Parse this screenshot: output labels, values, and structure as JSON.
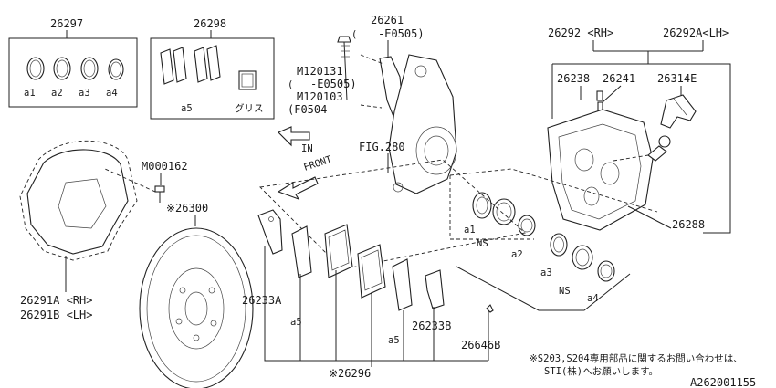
{
  "callouts": {
    "seal_kit": "26297",
    "seal_items": [
      "a1",
      "a2",
      "a3",
      "a4"
    ],
    "pad_kit": "26298",
    "pad_kit_item": "a5",
    "grease": "グリス",
    "knuckle_bracket": "26261",
    "knuckle_bracket_range": "-E0505)",
    "knuckle_bracket_paren": "(",
    "bolt_a": "M120131",
    "bolt_a_range": "-E0505)",
    "bolt_a_paren": "(",
    "bolt_b": "M120103",
    "bolt_b_range": "(F0504-",
    "bolt_b_paren": "(",
    "in_marker": "IN",
    "front_marker": "FRONT",
    "fig_ref": "FIG.280",
    "caliper_rh": "26292 <RH>",
    "caliper_lh": "26292A<LH>",
    "bleeder": "26238",
    "bleeder_cap": "26241",
    "pad_clip": "26314E",
    "caliper_pin": "26288",
    "screw": "M000162",
    "rotor": "※26300",
    "cover_rh": "26291A <RH>",
    "cover_lh": "26291B <LH>",
    "pad_set_left": "26233A",
    "pad_set_right": "26233B",
    "pad_item_a": "a5",
    "pad_item_b": "a5",
    "pad_kit_bottom": "※26296",
    "pin_spring": "26646B",
    "ns_a": "NS",
    "ns_b": "NS",
    "piston_items": [
      "a1",
      "a2",
      "a3",
      "a4"
    ]
  },
  "footnote_line1": "※S203,S204専用部品に関するお問い合わせは、",
  "footnote_line2": "STI(株)へお願いします。",
  "diagram_code": "A262001155"
}
